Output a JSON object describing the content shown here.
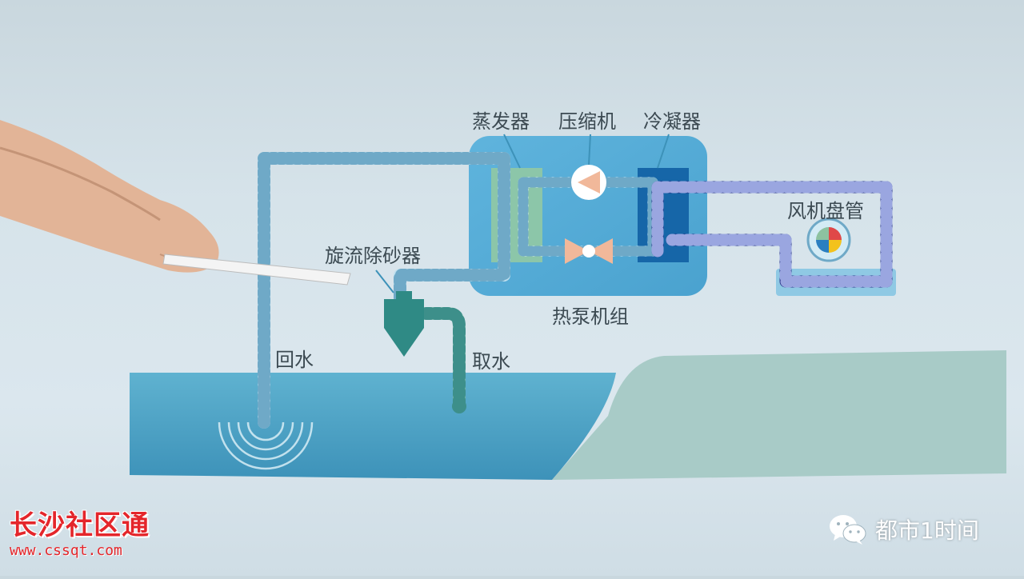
{
  "labels": {
    "evaporator": "蒸发器",
    "compressor": "压缩机",
    "condenser": "冷凝器",
    "fan_coil": "风机盘管",
    "cyclone_desander": "旋流除砂器",
    "heat_pump_unit": "热泵机组",
    "return_water": "回水",
    "intake_water": "取水"
  },
  "watermarks": {
    "left_title": "长沙社区通",
    "left_url": "www.cssqt.com",
    "right_text": "都市1时间"
  },
  "icons": {
    "compressor": "compressor-triangle-icon",
    "expansion_valve": "bowtie-valve-icon",
    "fan": "fan-coil-icon",
    "wechat": "wechat-icon"
  },
  "colors": {
    "heat_pump_box": "#53a9d6",
    "evaporator": "#8cc6a9",
    "condenser": "#1666a8",
    "dark_pipe": "#2c3a8c",
    "light_pipe": "#bfe0ef",
    "water": "#4aa0c3",
    "land": "#a8cbc7",
    "desander": "#2f8a85",
    "valve": "#f1b89a"
  }
}
